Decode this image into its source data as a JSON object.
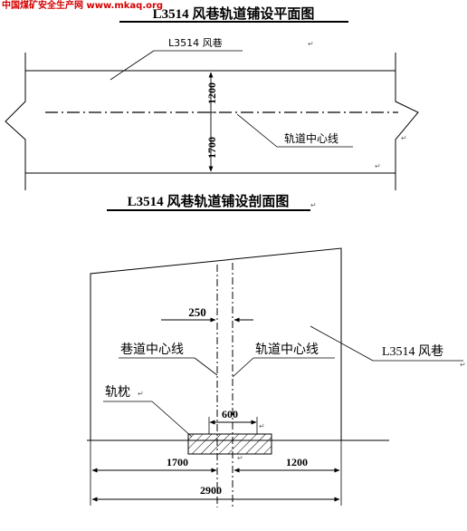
{
  "watermark": {
    "text": "中国煤矿安全生产网 www.mkaq.org",
    "color": "#d40000"
  },
  "plan": {
    "title": "L3514 风巷轨道铺设平面图",
    "roadway_label": "L3514 风巷",
    "dim_upper": "1200",
    "dim_lower": "1700",
    "track_center_label": "轨道中心线"
  },
  "section": {
    "title": "L3514 风巷轨道铺设剖面图",
    "dim_offset": "250",
    "roadway_center_label": "巷道中心线",
    "track_center_label": "轨道中心线",
    "roadway_label": "L3514 风巷",
    "sleeper_label": "轨枕",
    "sleeper_width": "600",
    "dim_left": "1700",
    "dim_right": "1200",
    "dim_total": "2900"
  },
  "para_mark": "↵"
}
